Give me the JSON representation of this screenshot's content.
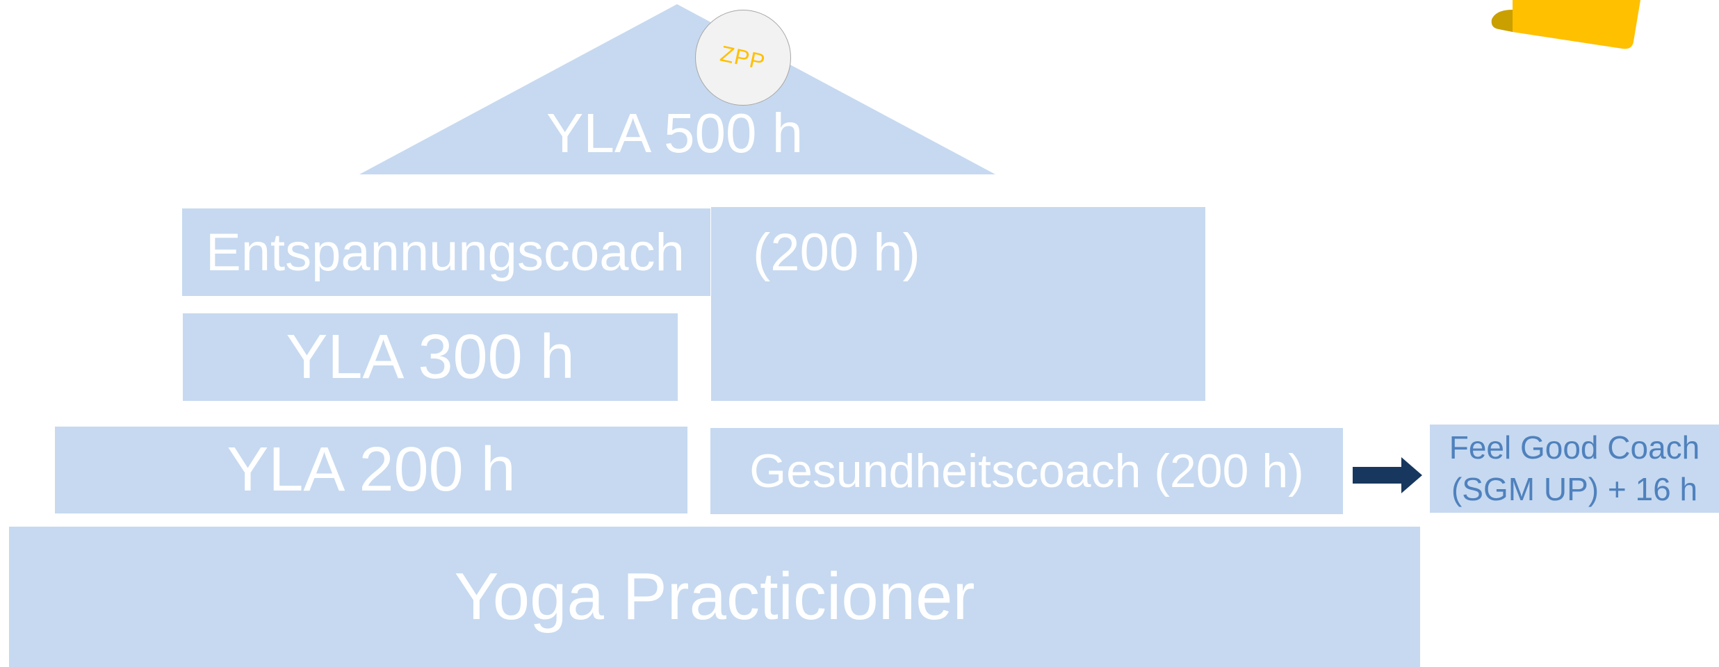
{
  "roof": {
    "label": "YLA 500 h",
    "badge": "ZPP"
  },
  "entspannung": {
    "label": "Entspannungscoach",
    "hours": "(200 h)"
  },
  "yla300": {
    "label": "YLA 300 h"
  },
  "yla200": {
    "label": "YLA 200 h"
  },
  "gesundheit": {
    "label": "Gesundheitscoach (200 h)"
  },
  "feelgood": {
    "line1": "Feel Good Coach",
    "line2": "(SGM UP) + 16 h"
  },
  "base": {
    "label": "Yoga Practicioner"
  },
  "colors": {
    "block": "#c6d9f0",
    "arrow": "#17375e",
    "accent_text": "#4f81bd",
    "badge_text": "#ffc000",
    "folder": "#ffc000"
  },
  "icons": {
    "arrow": "right-arrow-icon",
    "folder": "folder-icon"
  }
}
